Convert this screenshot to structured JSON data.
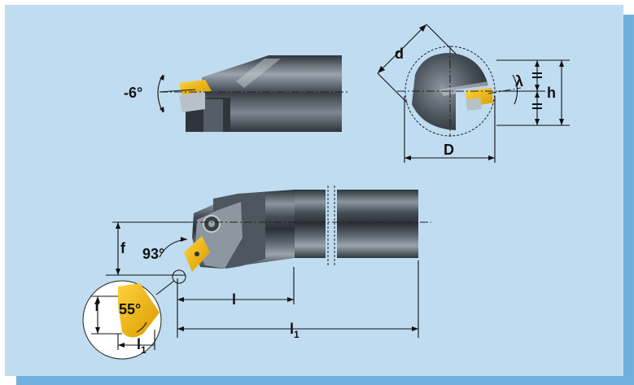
{
  "labels": {
    "angle_neg6": "-6°",
    "d": "d",
    "lambda": "λ",
    "h": "h",
    "D": "D",
    "f": "f",
    "angle_93": "93°",
    "l": "l",
    "l1": "l",
    "l1_sub": "1",
    "insert_angle": "55°",
    "detail_f": "f",
    "detail_l1": "l",
    "detail_l1_sub": "1"
  },
  "colors": {
    "background": "#ffffff",
    "panel": "#bfdcf0",
    "panel_shadow": "#6fb0df",
    "insert": "#f2b400",
    "steel_dark": "#3a4048",
    "steel_mid": "#6a747e",
    "steel_light": "#a9b3bc"
  }
}
